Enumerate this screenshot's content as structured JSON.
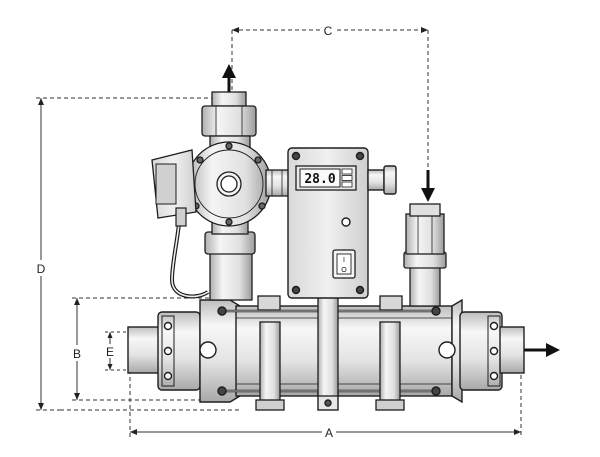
{
  "dimensions": {
    "a": "A",
    "b": "B",
    "c": "C",
    "d": "D",
    "e": "E"
  },
  "controller": {
    "display_value": "28.0",
    "switch_on_mark": "I",
    "switch_off_mark": "O"
  },
  "colors": {
    "line": "#1e1e1e",
    "dim_line": "#333333",
    "body_light": "#f2f2f2",
    "body_mid": "#d6d6d6",
    "body_dark": "#9a9a9a",
    "display_bg": "#e9e9e9"
  }
}
